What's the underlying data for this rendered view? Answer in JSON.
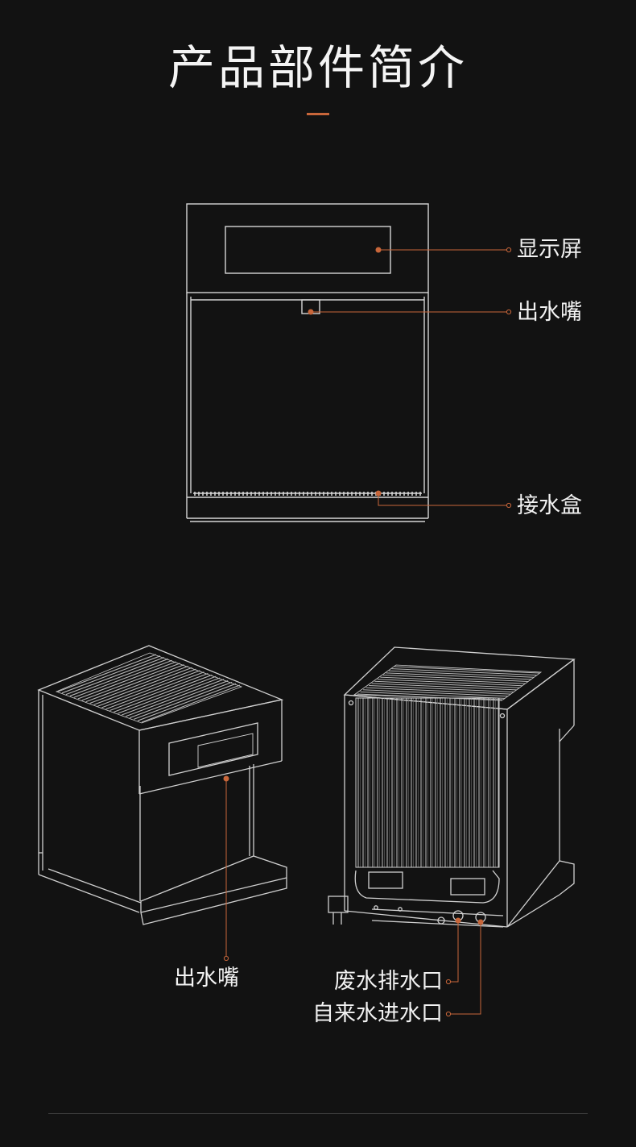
{
  "page": {
    "title": "产品部件简介",
    "accent_color": "#c8663a"
  },
  "front_view": {
    "labels": [
      {
        "id": "display",
        "text": "显示屏"
      },
      {
        "id": "spout",
        "text": "出水嘴"
      },
      {
        "id": "drip_tray",
        "text": "接水盒"
      }
    ]
  },
  "perspective_views": {
    "labels": [
      {
        "id": "spout",
        "text": "出水嘴"
      },
      {
        "id": "waste_outlet",
        "text": "废水排水口"
      },
      {
        "id": "tap_inlet",
        "text": "自来水进水口"
      }
    ]
  }
}
